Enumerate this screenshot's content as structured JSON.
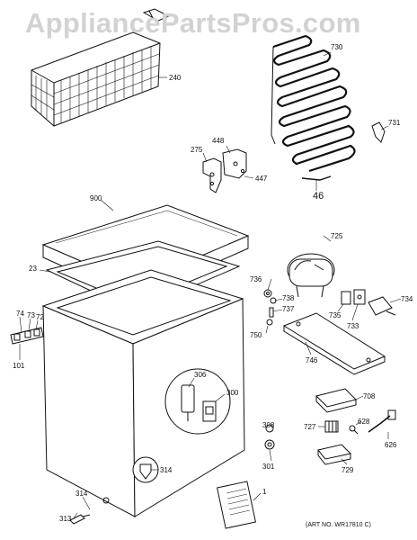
{
  "watermark": "AppliancePartsPros.com",
  "art_number": "(ART NO. WR17810 C)",
  "part_labels": {
    "p240": "240",
    "p730": "730",
    "p731": "731",
    "p46": "46",
    "p448": "448",
    "p275": "275",
    "p447": "447",
    "p900": "900",
    "p23": "23",
    "p725": "725",
    "p736": "736",
    "p738": "738",
    "p737": "737",
    "p750": "750",
    "p735": "735",
    "p733": "733",
    "p734": "734",
    "p746": "746",
    "p74": "74",
    "p73": "73",
    "p72": "72",
    "p101": "101",
    "p306": "306",
    "p300": "300",
    "p708": "708",
    "p727": "727",
    "p628": "628",
    "p626": "626",
    "p729": "729",
    "p308": "308",
    "p301": "301",
    "p314a": "314",
    "p314b": "314",
    "p313": "313",
    "p1": "1"
  },
  "colors": {
    "line": "#111111",
    "watermark": "#d2d2d2",
    "background": "#ffffff"
  }
}
